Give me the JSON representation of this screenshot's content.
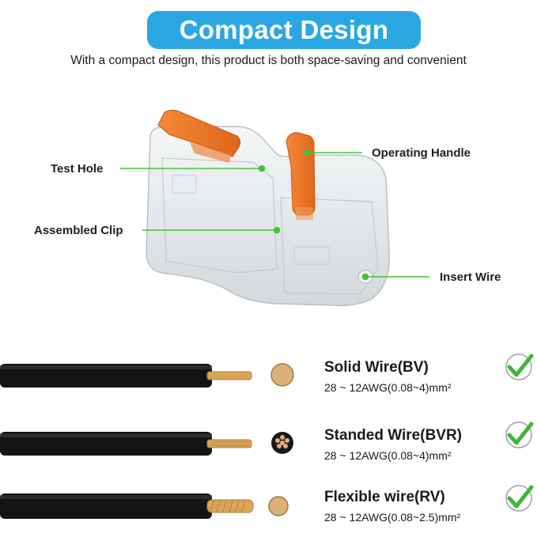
{
  "header": {
    "title": "Compact Design",
    "subtitle": "With a compact design, this product is both space-saving and convenient"
  },
  "callouts": {
    "test_hole": "Test Hole",
    "assembled_clip": "Assembled Clip",
    "operating_handle": "Operating Handle",
    "insert_wire": "Insert Wire"
  },
  "wires": [
    {
      "name": "Solid Wire(BV)",
      "spec": "28 ~ 12AWG(0.08~4)mm²",
      "icon": "solid-core-icon"
    },
    {
      "name": "Standed Wire(BVR)",
      "spec": "28 ~ 12AWG(0.08~4)mm²",
      "icon": "stranded-core-icon"
    },
    {
      "name": "Flexible wire(RV)",
      "spec": "28 ~ 12AWG(0.08~2.5)mm²",
      "icon": "flexible-core-icon"
    }
  ],
  "colors": {
    "banner": "#2aa7e3",
    "callout_line": "#46c23a",
    "check": "#3fb53a",
    "handle": "#f07a2a",
    "copper": "#d9a55a"
  }
}
